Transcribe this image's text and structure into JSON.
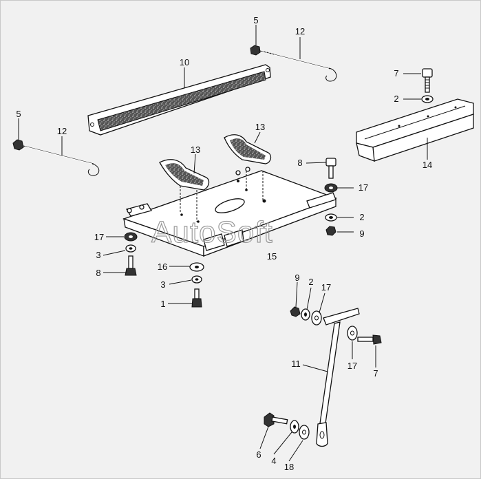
{
  "watermark": "AutoSoft",
  "callouts": {
    "c5a": "5",
    "c12a": "12",
    "c10": "10",
    "c5b": "5",
    "c12b": "12",
    "c7a": "7",
    "c2a": "2",
    "c14": "14",
    "c13a": "13",
    "c13b": "13",
    "c8a": "8",
    "c17a": "17",
    "c2b": "2",
    "c9a": "9",
    "c17b": "17",
    "c3a": "3",
    "c8b": "8",
    "c16": "16",
    "c3b": "3",
    "c1": "1",
    "c15": "15",
    "c9b": "9",
    "c2c": "2",
    "c17c": "17",
    "c11": "11",
    "c17d": "17",
    "c7b": "7",
    "c6": "6",
    "c4": "4",
    "c18": "18"
  }
}
